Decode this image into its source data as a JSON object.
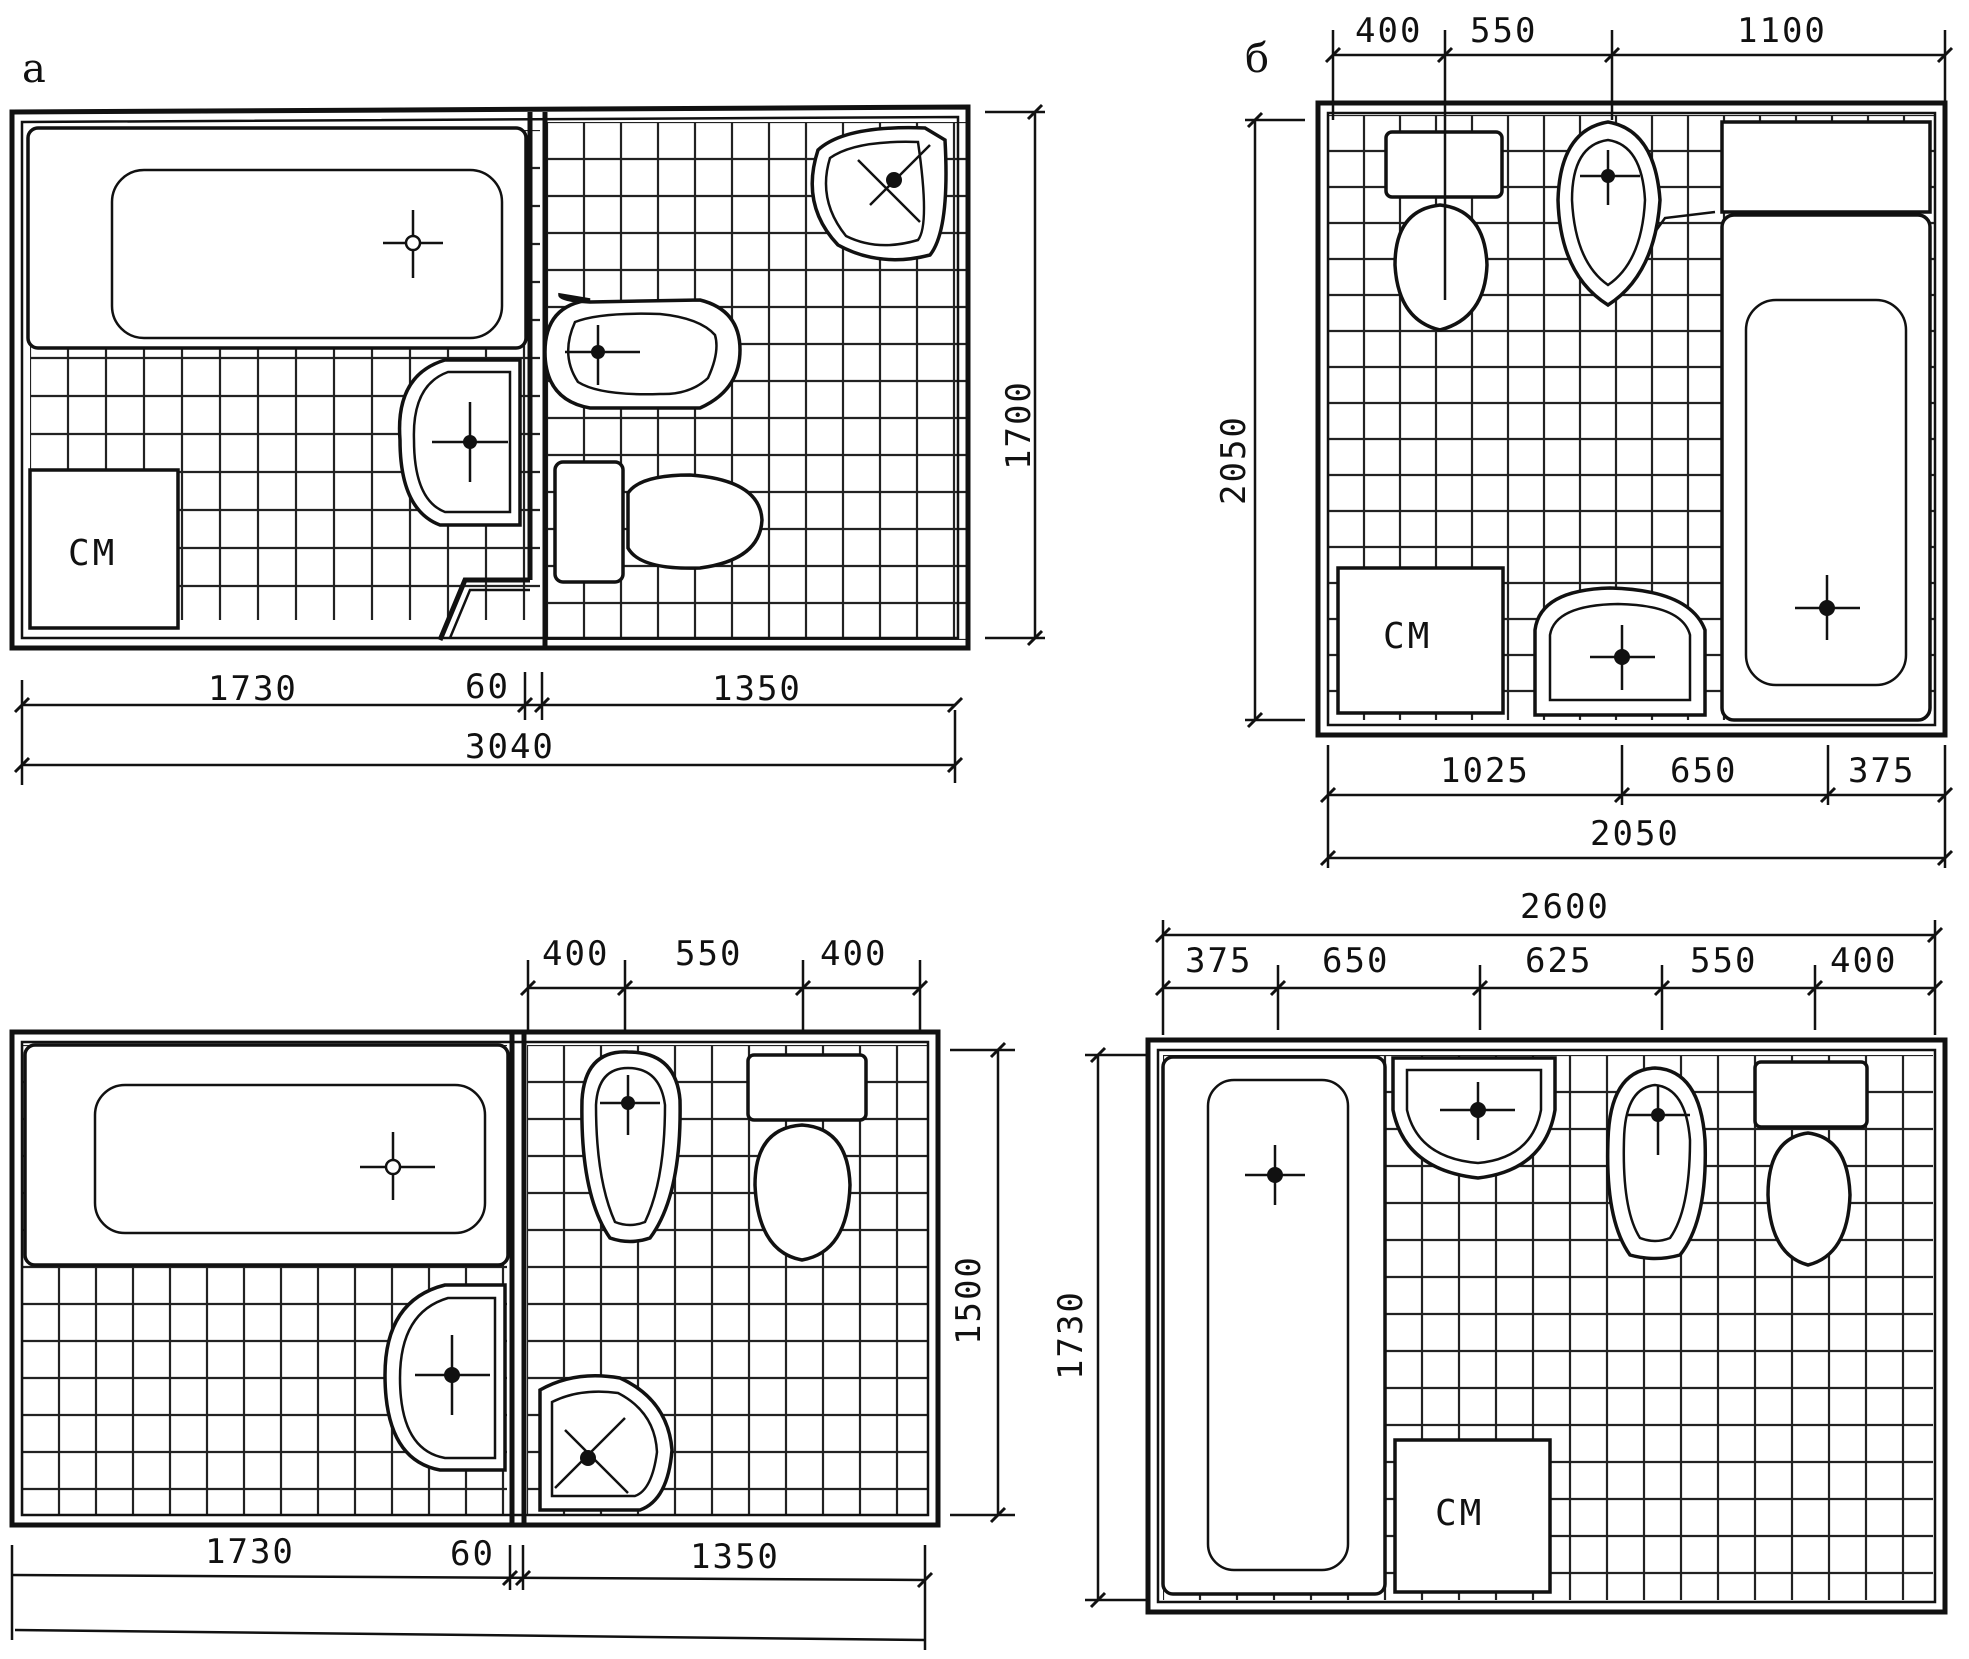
{
  "panels": {
    "a": {
      "label": "а",
      "dims": {
        "left": "1730",
        "gap": "60",
        "right": "1350",
        "total": "3040",
        "height": "1700"
      },
      "cm_label": "CM"
    },
    "b": {
      "label": "б",
      "dims": {
        "top1": "400",
        "top2": "550",
        "top3": "1100",
        "bot1": "1025",
        "bot2": "650",
        "bot3": "375",
        "total": "2050",
        "height": "2050"
      },
      "cm_label": "CM"
    },
    "c": {
      "dims": {
        "top1": "400",
        "top2": "550",
        "top3": "400",
        "left": "1730",
        "gap": "60",
        "right": "1350",
        "height": "1500"
      }
    },
    "d": {
      "dims": {
        "total": "2600",
        "s1": "375",
        "s2": "650",
        "s3": "625",
        "s4": "550",
        "s5": "400",
        "height": "1730"
      },
      "cm_label": "CM"
    }
  }
}
